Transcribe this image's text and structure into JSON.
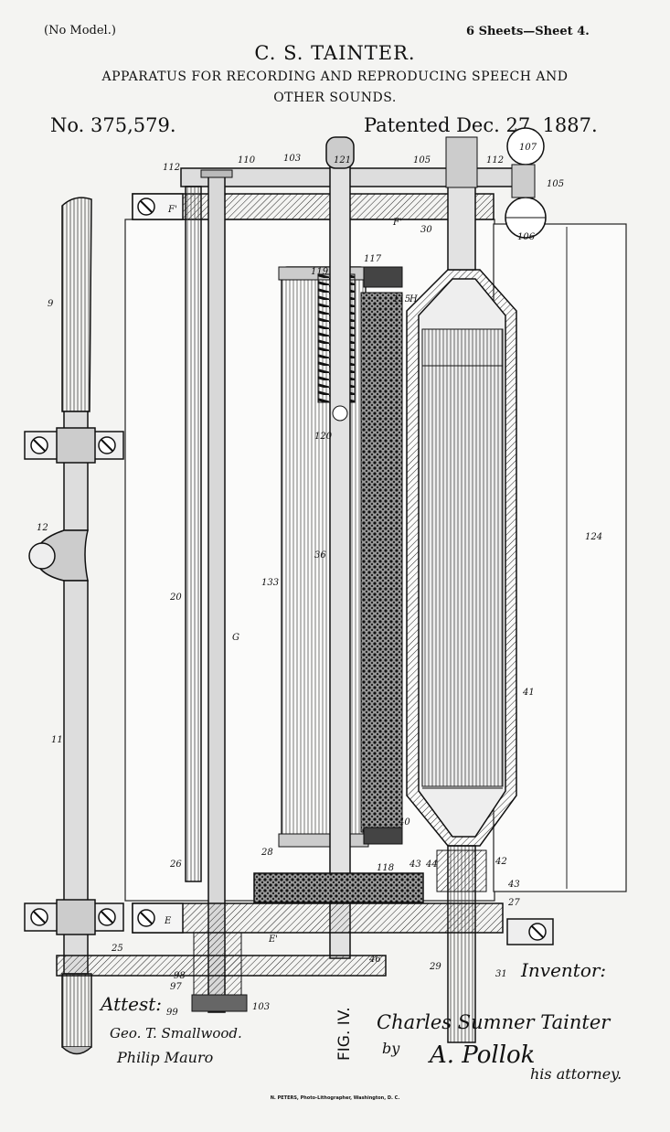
{
  "header": {
    "no_model": "(No Model.)",
    "sheets": "6 Sheets—Sheet 4.",
    "inventor": "C. S. TAINTER.",
    "title_line1": "APPARATUS FOR RECORDING AND REPRODUCING SPEECH AND",
    "title_line2": "OTHER SOUNDS.",
    "patent_number": "No. 375,579.",
    "patent_date": "Patented Dec. 27, 1887."
  },
  "figure": {
    "caption": "FIG. IV.",
    "labels": {
      "l112a": "112",
      "l110": "110",
      "l103top": "103",
      "l121": "121",
      "l105a": "105",
      "l112b": "112",
      "l107": "107",
      "l105b": "105",
      "l106": "106",
      "l30": "30",
      "lFp": "F'",
      "lFpp": "F'",
      "l119": "119",
      "l117": "117",
      "l115": "115",
      "lH": "H",
      "l9": "9",
      "l12": "12",
      "l20": "20",
      "lG": "G",
      "l133": "133",
      "l120": "120",
      "l36": "36",
      "l124": "124",
      "l11": "11",
      "l41": "41",
      "l40": "40",
      "l26": "26",
      "l28": "28",
      "l118": "118",
      "l43a": "43",
      "l44": "44",
      "l42": "42",
      "l43b": "43",
      "l27": "27",
      "lE": "E",
      "lEp": "E'",
      "l98": "98",
      "l25": "25",
      "l46": "46",
      "l29": "29",
      "l31": "31",
      "l97": "97",
      "l99": "99",
      "l103": "103"
    }
  },
  "signatures": {
    "attest": "Attest:",
    "witness1": "Geo. T. Smallwood.",
    "witness2": "Philip Mauro",
    "inventor_label": "Inventor:",
    "inventor_signature": "Charles Sumner Tainter",
    "by": "by",
    "attorney_signature": "A. Pollok",
    "his_attorney": "his attorney."
  },
  "footer": {
    "printer": "N. PETERS, Photo-Lithographer, Washington, D. C."
  }
}
